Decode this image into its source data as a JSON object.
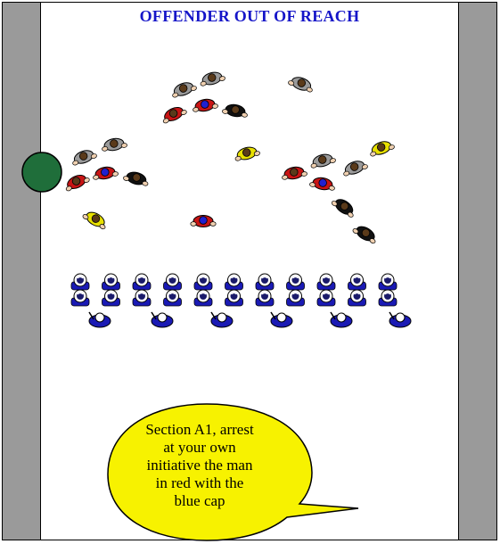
{
  "title": "OFFENDER OUT OF REACH",
  "speech_bubble": {
    "lines": [
      "Section A1, arrest",
      "at your own",
      "initiative  the man",
      "in red with the",
      "blue cap"
    ]
  },
  "colors": {
    "title": "#1515c8",
    "wall": "#9a9a9a",
    "marker": "#1f6e3a",
    "bubble": "#f7f200",
    "officer": "#1a1ab4",
    "person_red": "#c81414",
    "person_grey": "#9a9a9a",
    "person_black": "#111111",
    "person_yellow": "#e8e000",
    "cap_blue": "#2020d0"
  },
  "legend": {},
  "scene": {
    "icons": {
      "person": "person-top-view-icon",
      "officer": "riot-officer-with-shield-icon",
      "marker": "green-circle-marker-icon"
    }
  }
}
